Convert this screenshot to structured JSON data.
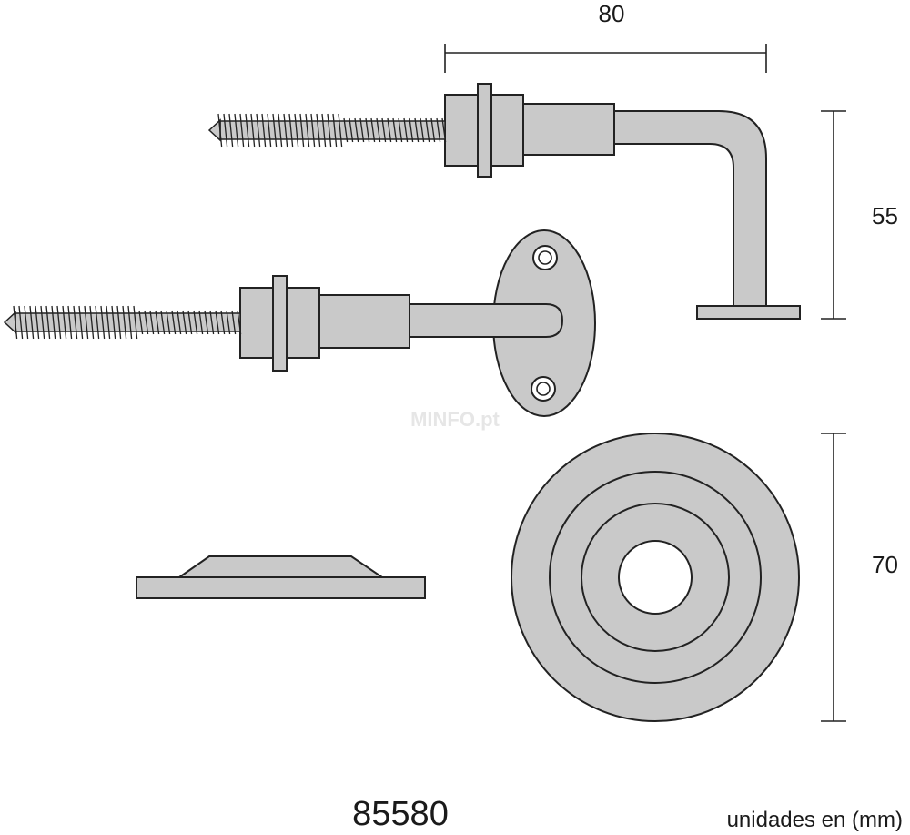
{
  "drawing": {
    "dimensions": {
      "width_label": "80",
      "height_label": "55",
      "rosette_label": "70"
    },
    "product_code": "85580",
    "units_note": "unidades en (mm)",
    "watermark": "MINFO.pt",
    "colors": {
      "part_fill": "#c9c9c9",
      "outline": "#222222"
    }
  }
}
